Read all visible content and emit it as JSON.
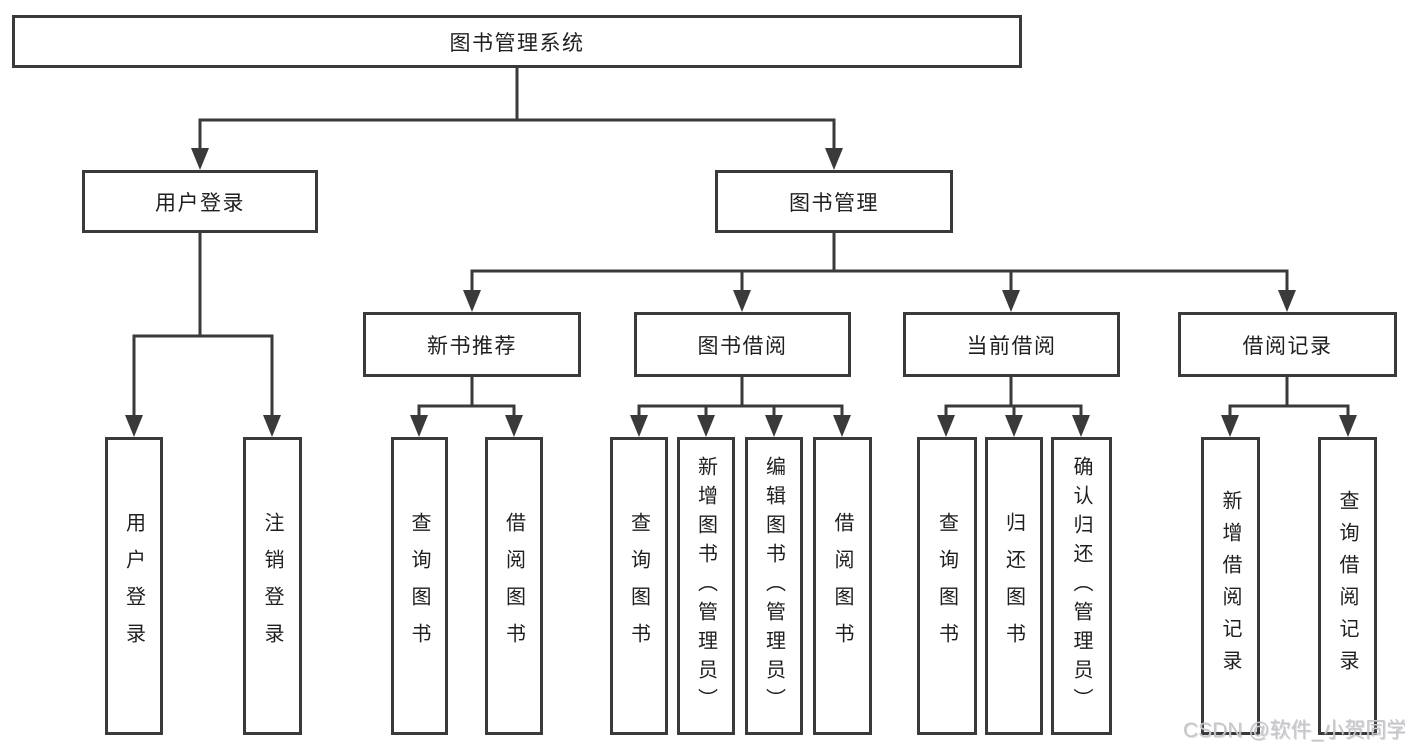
{
  "tree": {
    "root": {
      "label": "图书管理系统"
    },
    "branches": [
      {
        "label": "用户登录",
        "children": [
          {
            "label": "用户登录"
          },
          {
            "label": "注销登录"
          }
        ]
      },
      {
        "label": "图书管理",
        "children": [
          {
            "label": "新书推荐",
            "children": [
              {
                "label": "查询图书"
              },
              {
                "label": "借阅图书"
              }
            ]
          },
          {
            "label": "图书借阅",
            "children": [
              {
                "label": "查询图书"
              },
              {
                "label": "新增图书（管理员）"
              },
              {
                "label": "编辑图书（管理员）"
              },
              {
                "label": "借阅图书"
              }
            ]
          },
          {
            "label": "当前借阅",
            "children": [
              {
                "label": "查询图书"
              },
              {
                "label": "归还图书"
              },
              {
                "label": "确认归还（管理员）"
              }
            ]
          },
          {
            "label": "借阅记录",
            "children": [
              {
                "label": "新增借阅记录"
              },
              {
                "label": "查询借阅记录"
              }
            ]
          }
        ]
      }
    ]
  },
  "watermark": {
    "text": "CSDN @软件_小贺同学"
  },
  "colors": {
    "line": "#3a3a3a",
    "text": "#1f1f1f",
    "bg": "#ffffff",
    "watermark": "#c6c6cb"
  }
}
